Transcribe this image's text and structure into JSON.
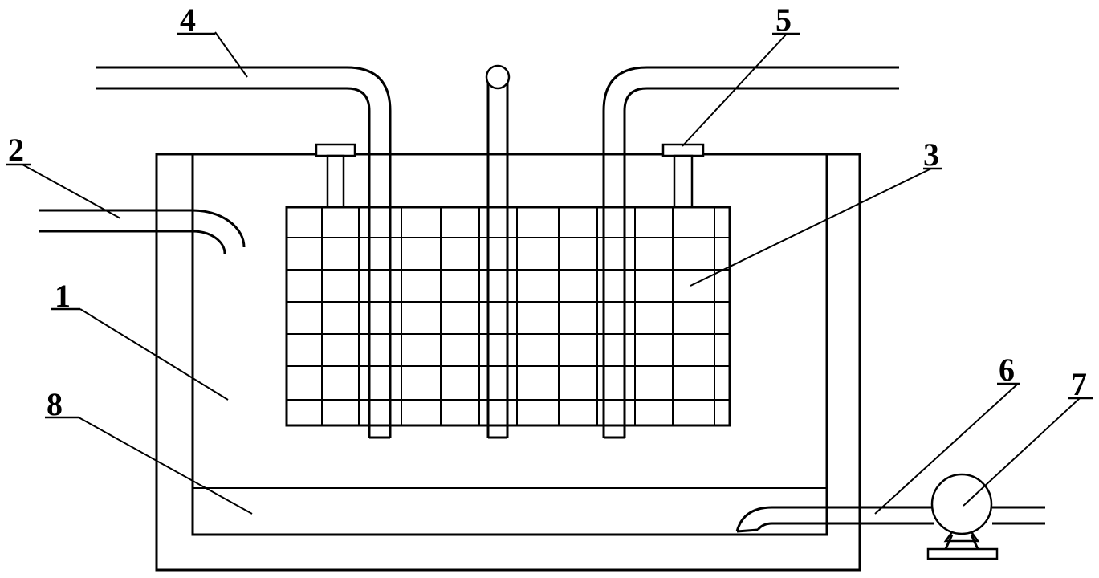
{
  "labels": [
    {
      "id": "1",
      "text": "1"
    },
    {
      "id": "2",
      "text": "2"
    },
    {
      "id": "3",
      "text": "3"
    },
    {
      "id": "4",
      "text": "4"
    },
    {
      "id": "5",
      "text": "5"
    },
    {
      "id": "6",
      "text": "6"
    },
    {
      "id": "7",
      "text": "7"
    },
    {
      "id": "8",
      "text": "8"
    }
  ]
}
